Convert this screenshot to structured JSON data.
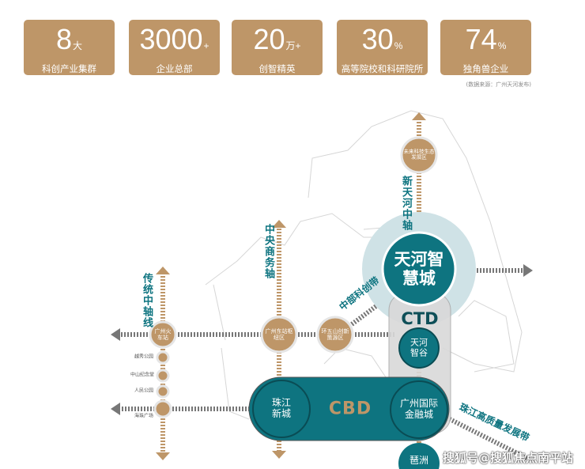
{
  "stats": [
    {
      "num": "8",
      "unit": "大",
      "label": "科创产业集群"
    },
    {
      "num": "3000",
      "unit": "+",
      "label": "企业总部"
    },
    {
      "num": "20",
      "unit": "万+",
      "label": "创智精英"
    },
    {
      "num": "30",
      "unit": "%",
      "label": "高等院校和科研院所"
    },
    {
      "num": "74",
      "unit": "%",
      "label": "独角兽企业"
    }
  ],
  "source": "(数据来源：广州天河发布)",
  "axes": {
    "traditional": "传统中轴线",
    "central": "中央商务轴",
    "new_tianhe": "新天河中轴",
    "middle_belt": "中部科创带",
    "pearl_belt": "珠江高质量发展带"
  },
  "nodes": {
    "gz_station": "广州火车站",
    "yuexiu": "越秀公园",
    "zhongshan": "中山纪念堂",
    "renmin": "人民公园",
    "haizhu": "海珠广场",
    "gz_east": "广州东站枢纽区",
    "wushan": "环五山创新策源区",
    "future": "未来科技生态发展区",
    "tianhe_city": "天河智慧城",
    "ctd": "CTD",
    "tianhe_valley": "天河智谷",
    "zjxc": "珠江新城",
    "cbd": "CBD",
    "ifc": "广州国际金融城",
    "pazhou": "琶洲"
  },
  "watermark": "搜狐号@搜狐焦点南平站"
}
